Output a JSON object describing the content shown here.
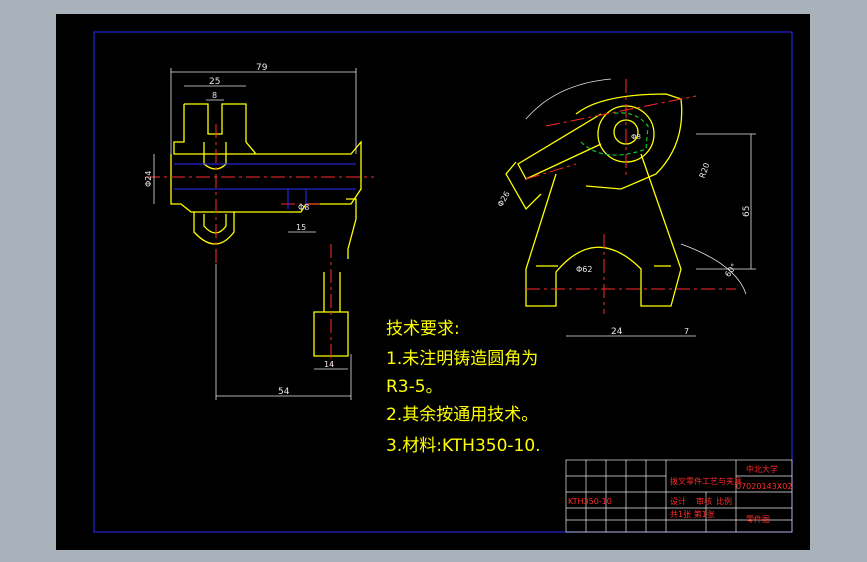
{
  "drawing": {
    "dims_left": {
      "overall_width": "79",
      "top_slot_outer": "25",
      "top_slot_inner": "8",
      "height": "Φ24",
      "hole": "Φ8",
      "step": "15",
      "pin": "14",
      "base": "54"
    },
    "dims_right": {
      "boss_dia": "Φ8",
      "arm_dia": "Φ26",
      "fork_dia": "Φ62",
      "fork_width": "24",
      "fork_gap": "7",
      "vertical": "65",
      "angle": "60°",
      "radius": "R20"
    },
    "notes": {
      "heading": "技术要求:",
      "line1a": "1.未注明铸造圆角为",
      "line1b": "R3-5。",
      "line2": "2.其余按通用技术。",
      "line3": "3.材料:KTH350-10."
    },
    "title_block": {
      "university": "中北大学",
      "part_name": "拨叉零件工艺与夹具",
      "drawing_no": "07020143X02",
      "designer_label": "设计",
      "checker_label": "审核",
      "scale_label": "比例",
      "material": "KTH350-10",
      "sheet": "共1张 第1张",
      "company": "零件图"
    }
  },
  "colors": {
    "background": "#000000",
    "frame": "#2c2cff",
    "part": "#ffff00",
    "center": "#ff2a2a",
    "dim": "#e8e8e8",
    "hatch": "#00cc33",
    "title_text": "#ff2a2a",
    "screen": "#a9b1bb"
  }
}
